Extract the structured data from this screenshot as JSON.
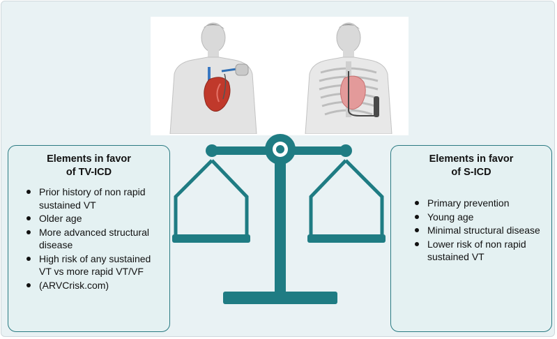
{
  "left_panel": {
    "title_line1": "Elements in favor",
    "title_line2": "of TV-ICD",
    "items": [
      "Prior history of non rapid sustained VT",
      "Older age",
      "More advanced structural disease",
      "High risk of any sustained VT vs more rapid VT/VF",
      "(ARVCrisk.com)"
    ]
  },
  "right_panel": {
    "title_line1": "Elements in favor",
    "title_line2": "of S-ICD",
    "items": [
      "Primary prevention",
      "Young age",
      "Minimal structural disease",
      "Lower risk of non rapid sustained VT"
    ]
  },
  "colors": {
    "scale": "#1f7c83",
    "panel_border": "#2a7a82",
    "panel_fill": "#e4f1f2",
    "background": "#e9f2f4"
  },
  "icons": [
    "torso-with-transvenous-icd-icon",
    "torso-with-subcutaneous-icd-icon",
    "balance-scale-icon"
  ]
}
